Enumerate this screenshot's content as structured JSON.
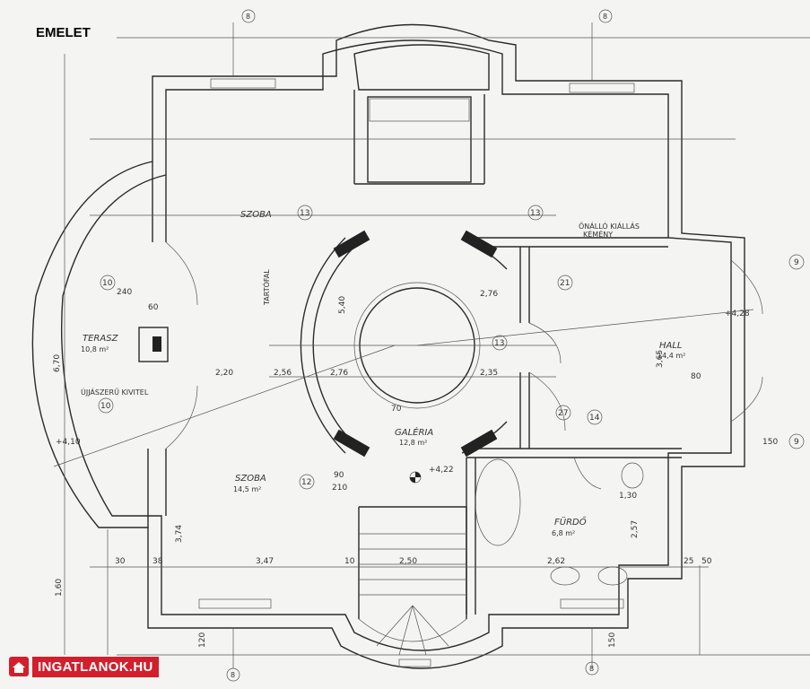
{
  "title": "EMELET",
  "watermark": "INGATLANOK.HU",
  "rooms": {
    "szoba_top": "SZOBA",
    "szoba_bottom": "SZOBA",
    "szoba_bottom_area": "14,5 m²",
    "galeria": "GALÉRIA",
    "galeria_area": "12,8 m²",
    "furdo": "FÜRDŐ",
    "furdo_area": "6,8 m²",
    "hall": "HALL",
    "hall_area": "14,4 m²",
    "terasz": "TERASZ",
    "terasz_area": "10,8 m²",
    "tartofal": "TARTÓFAL",
    "kemeny": "KÉMÉNY",
    "dryer": "ÖNÁLLÓ KIÁLLÁS",
    "padlo": "ÚJJÁSZERŰ KIVITEL"
  },
  "dims": {
    "d1": "2,76",
    "d2": "2,76",
    "d3": "2,35",
    "d4": "2,56",
    "d5": "3,47",
    "d6": "2,50",
    "d7": "2,62",
    "d8": "1,30",
    "d9": "1,60",
    "d10": "70",
    "d11": "90",
    "d12": "210",
    "d13": "240",
    "d14": "150",
    "d15": "6,70",
    "d16": "3,74",
    "d17": "2,57",
    "d18": "+4,10",
    "d19": "+4,22",
    "d20": "+4,28",
    "d21": "10",
    "d22": "30",
    "d23": "38",
    "d24": "25",
    "d25": "50",
    "d26": "120",
    "d27": "150",
    "d28": "60",
    "d29": "80",
    "d30": "5,40",
    "d31": "2,20",
    "d32": "3,65"
  },
  "markers": {
    "m1": "13",
    "m2": "13",
    "m3": "10",
    "m4": "10",
    "m5": "13",
    "m6": "21",
    "m7": "27",
    "m8": "14",
    "m9": "9",
    "m10": "9",
    "m11": "12",
    "axis_a": "8",
    "axis_b": "8",
    "axis_c": "8",
    "axis_d": "8"
  }
}
